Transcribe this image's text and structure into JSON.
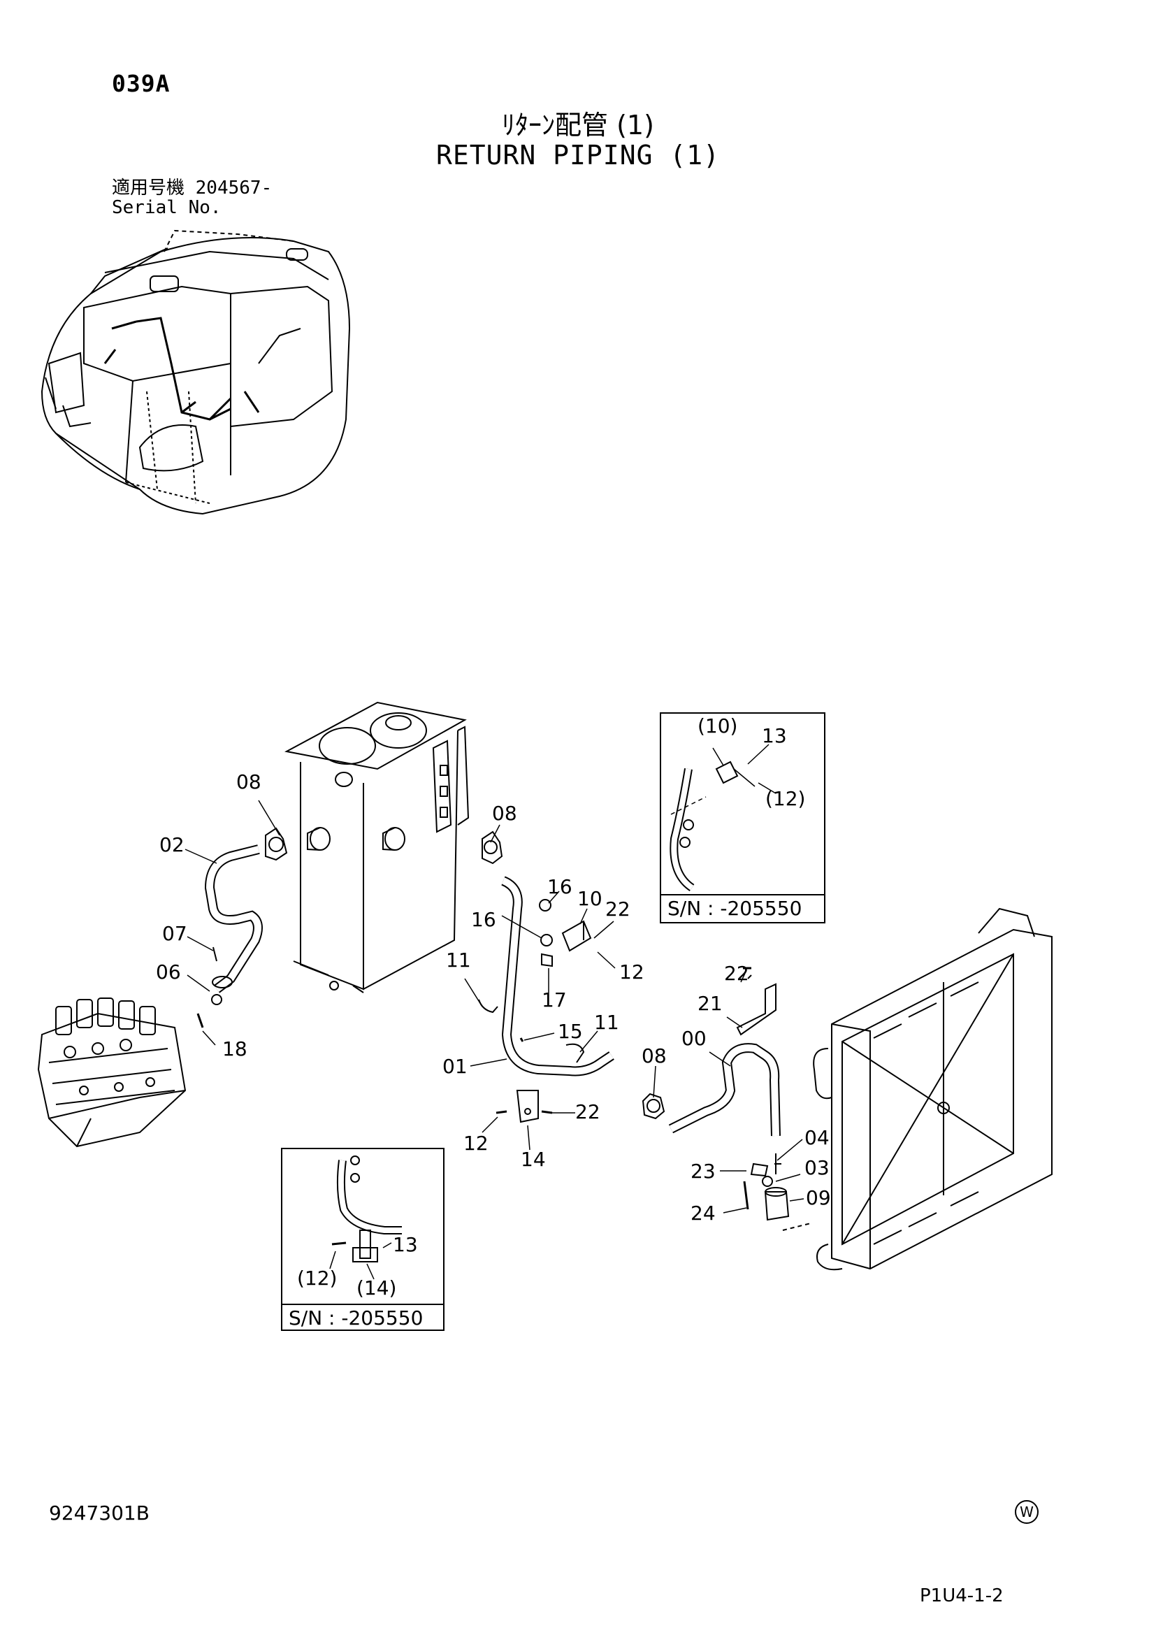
{
  "header": {
    "page_code": "039A",
    "title_jp": "ﾘﾀｰﾝ配管 (1)",
    "title_en": "RETURN PIPING (1)",
    "serial_label_jp": "適用号機  204567-",
    "serial_label_en": "Serial No."
  },
  "callouts": {
    "main": [
      "08",
      "02",
      "07",
      "06",
      "18",
      "08",
      "16",
      "10",
      "22",
      "16",
      "12",
      "17",
      "11",
      "15",
      "11",
      "01",
      "12",
      "22",
      "14",
      "22",
      "21",
      "08",
      "00",
      "04",
      "23",
      "03",
      "24",
      "09"
    ],
    "inset_top": [
      "(10)",
      "13",
      "(12)"
    ],
    "inset_bottom": [
      "13",
      "(12)",
      "(14)"
    ]
  },
  "insets": {
    "top": {
      "serial": "S/N  :  -205550"
    },
    "bottom": {
      "serial": "S/N  :  -205550"
    }
  },
  "footer": {
    "doc_no": "9247301B",
    "w_mark": "W",
    "page_ref": "P1U4-1-2"
  }
}
